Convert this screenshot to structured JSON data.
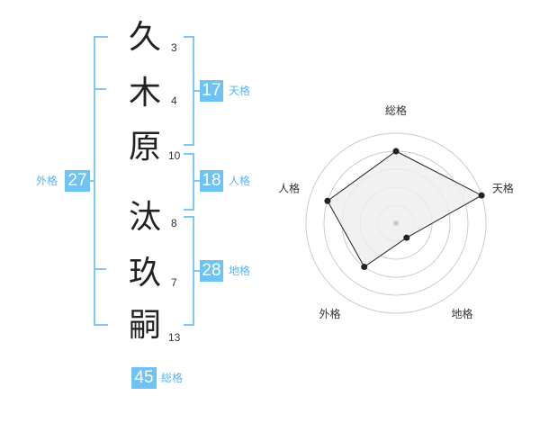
{
  "name": {
    "characters": [
      {
        "char": "久",
        "strokes": "3"
      },
      {
        "char": "木",
        "strokes": "4"
      },
      {
        "char": "原",
        "strokes": "10"
      },
      {
        "char": "汰",
        "strokes": "8"
      },
      {
        "char": "玖",
        "strokes": "7"
      },
      {
        "char": "嗣",
        "strokes": "13"
      }
    ]
  },
  "fortunes": {
    "tenkaku": {
      "value": "17",
      "label": "天格"
    },
    "jinkaku": {
      "value": "18",
      "label": "人格"
    },
    "chikaku": {
      "value": "28",
      "label": "地格"
    },
    "gaikaku": {
      "value": "27",
      "label": "外格"
    },
    "soukaku": {
      "value": "45",
      "label": "総格"
    }
  },
  "chart_data": {
    "type": "radar",
    "axes": [
      "総格",
      "天格",
      "地格",
      "外格",
      "人格"
    ],
    "values": [
      4,
      5,
      1,
      3,
      4
    ],
    "max": 5,
    "rings": 5,
    "colors": {
      "ring": "#cccccc",
      "fill": "#eeeeee",
      "line": "#222222",
      "point": "#222222"
    }
  }
}
